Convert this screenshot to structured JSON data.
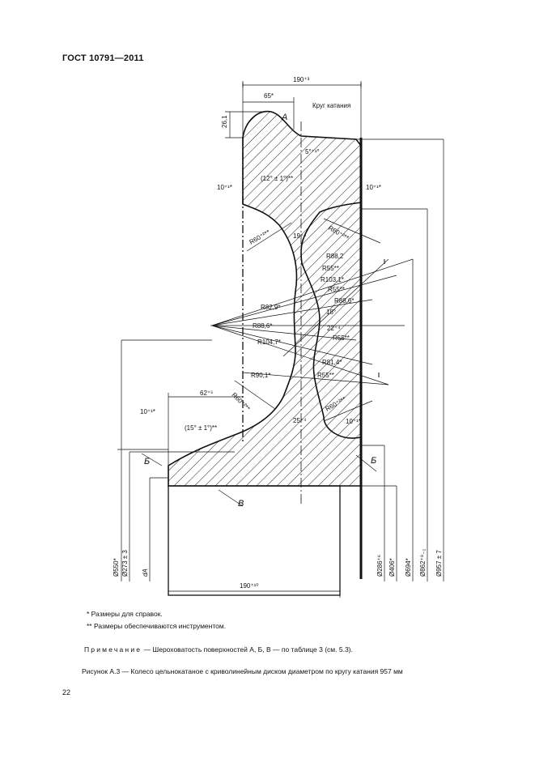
{
  "header": {
    "standard": "ГОСТ 10791—2011"
  },
  "drawing": {
    "labels": {
      "top_190": "190⁺³",
      "d65": "65*",
      "h26": "26,1",
      "A": "A",
      "krug": "Круг катания",
      "ang5": "5°⁺¹°",
      "ang12": "(12° ± 1°)**",
      "t10L": "10⁺¹*",
      "t10R": "10⁺¹*",
      "r60a": "R60⁺²**",
      "r60b": "R60⁺²**",
      "w19": "19⁺⁴",
      "r88_2": "R88,2",
      "r55": "R55**",
      "r103_1": "R103,1*",
      "r55b": "R55**",
      "r82_9": "R82,9*",
      "r88_6a": "R88,6*",
      "a18": "18°",
      "r88_6b": "R88,6*",
      "w22": "22⁺⁴",
      "r104_7": "R104,7*",
      "r55c": "R55**",
      "r90_1": "R90,1*",
      "r81_4": "R81,4*",
      "r55d": "R55**",
      "r60c": "R60⁺²**",
      "r60d": "R60⁺²**",
      "d62": "62⁺⁵",
      "t10bl": "10⁺¹*",
      "ang15": "(15° ± 1°)**",
      "w25": "25⁺⁴",
      "t10br": "10⁺¹*",
      "B1": "Б",
      "B2": "Б",
      "V": "В",
      "bot_190": "190⁺¹⁰",
      "dia550": "Ø550*",
      "dia273": "Ø273 ± 3",
      "dA": "dA",
      "dia286": "Ø286⁺⁶",
      "dia406": "Ø406*",
      "dia694": "Ø694*",
      "dia862": "Ø862⁺⁸₋₂",
      "dia957": "Ø957 ± 7"
    }
  },
  "footnotes": {
    "f1": "*  Размеры для справок.",
    "f2": "**  Размеры обеспечиваются инструментом."
  },
  "note": {
    "label": "Примечание",
    "text": " — Шероховатость поверхностей А, Б, В — по таблице 3 (см. 5.3)."
  },
  "caption": "Рисунок  А.3 — Колесо цельнокатаное с криволинейным диском диаметром по кругу катания 957 мм",
  "page_number": "22"
}
